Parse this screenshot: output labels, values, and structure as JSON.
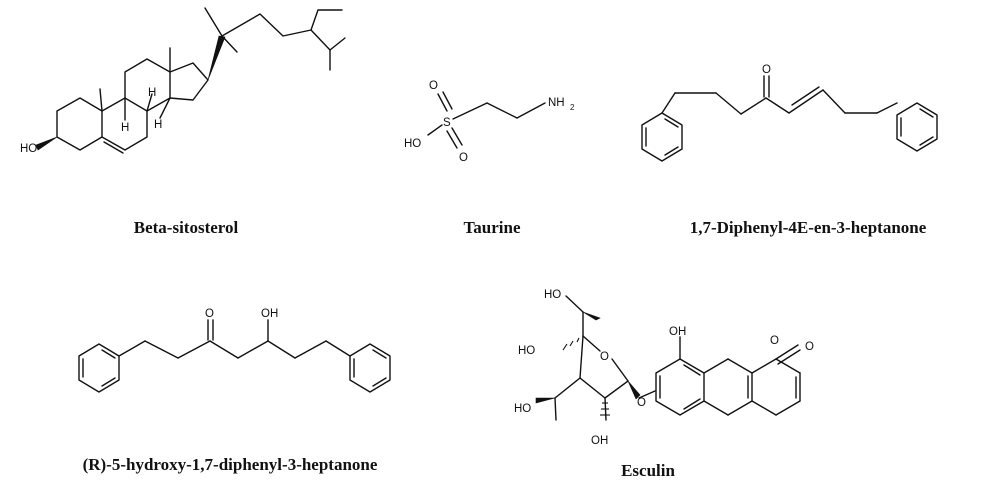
{
  "molecules": [
    {
      "name": "Beta-sitosterol",
      "atoms": {
        "hydroxyl": "HO",
        "h1": "H",
        "h2": "H",
        "h3": "H"
      }
    },
    {
      "name": "Taurine",
      "atoms": {
        "o1": "O",
        "s": "S",
        "o2": "O",
        "ho": "HO",
        "nh": "NH",
        "sub2": "2"
      }
    },
    {
      "name": "1,7-Diphenyl-4E-en-3-heptanone",
      "atoms": {
        "o": "O"
      }
    },
    {
      "name": "(R)-5-hydroxy-1,7-diphenyl-3-heptanone",
      "atoms": {
        "o": "O",
        "oh": "OH"
      }
    },
    {
      "name": "Esculin",
      "atoms": {
        "ho_top": "HO",
        "ho_left": "HO",
        "ho_mid": "HO",
        "oh_bottom": "OH",
        "o_ring": "O",
        "o_link": "O",
        "oh_coum": "OH",
        "o_lac": "O",
        "o_carb": "O"
      }
    }
  ]
}
